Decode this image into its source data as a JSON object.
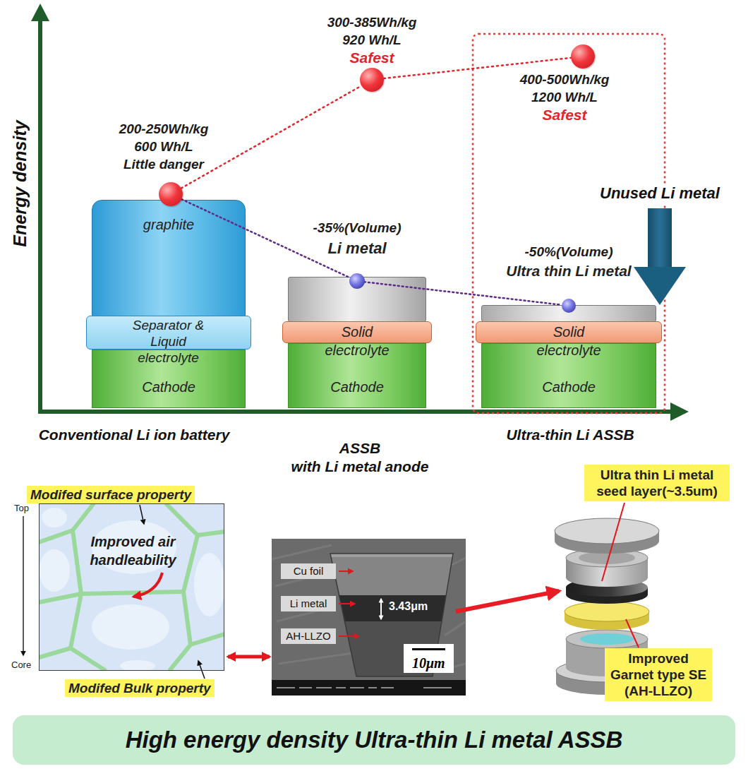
{
  "diagram": {
    "caption": "High energy density Ultra-thin Li metal ASSB",
    "nodes": [
      {
        "text": [
          "200-250Wh/kg 600 Wh/L Little danger"
        ]
      },
      {
        "text": [
          "300-385Wh/kg 920 Wh/L",
          "Safest"
        ]
      },
      {
        "text": [
          "400-500Wh/kg 1200 Wh/L",
          "Safest"
        ]
      },
      {
        "text": [
          "graphite",
          "Separator & Liquid electrolyte",
          "Cathode"
        ]
      },
      {
        "text": [
          "-35%(Volume)",
          "Li metal",
          "Solid electrolyte",
          "Cathode"
        ]
      },
      {
        "text": [
          "-50%(Volume)",
          "Ultra thin Li metal",
          "Solid electrolyte",
          "Cathode"
        ]
      },
      {
        "text": [
          "Modifed surface property"
        ]
      },
      {
        "text": [
          "Improved air handleability"
        ]
      },
      {
        "text": [
          "Modifed Bulk property"
        ]
      },
      {
        "text": [
          "Cu foil"
        ]
      },
      {
        "text": [
          "Li metal"
        ]
      },
      {
        "text": [
          "AH-LLZO"
        ]
      },
      {
        "text": [
          "10μm"
        ]
      },
      {
        "text": [
          "Ultra thin Li metal seed layer(~3.5um)"
        ]
      },
      {
        "text": [
          "Improved Garnet type SE (AH-LLZO)"
        ]
      }
    ],
    "edges": [
      {
        "from": 0,
        "to": 1,
        "arrow": "none"
      },
      {
        "from": 1,
        "to": 2,
        "arrow": "none"
      }
    ],
    "labels": [
      "Energy density",
      "Unused Li metal",
      "Conventional Li ion battery",
      "ASSB",
      "with Li metal anode",
      "Ultra-thin Li ASSB",
      "Top",
      "Core",
      "3.43μm"
    ]
  }
}
